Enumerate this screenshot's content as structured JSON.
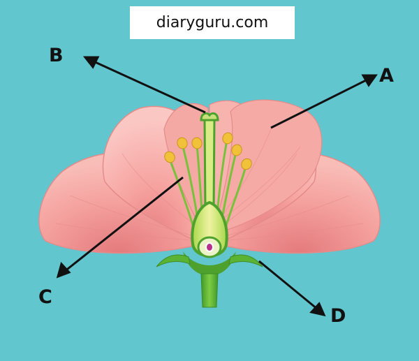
{
  "watermark": {
    "text": "diaryguru.com"
  },
  "labels": {
    "a": "A",
    "b": "B",
    "c": "C",
    "d": "D"
  },
  "colors": {
    "background": "#62c6cf",
    "petal": "#f6a3a0",
    "petal_light": "#fbc7c3",
    "petal_dark": "#e77f80",
    "stem": "#5bb334",
    "pistil": "#eef3a1",
    "anther": "#f2c13a",
    "arrow": "#111111"
  }
}
